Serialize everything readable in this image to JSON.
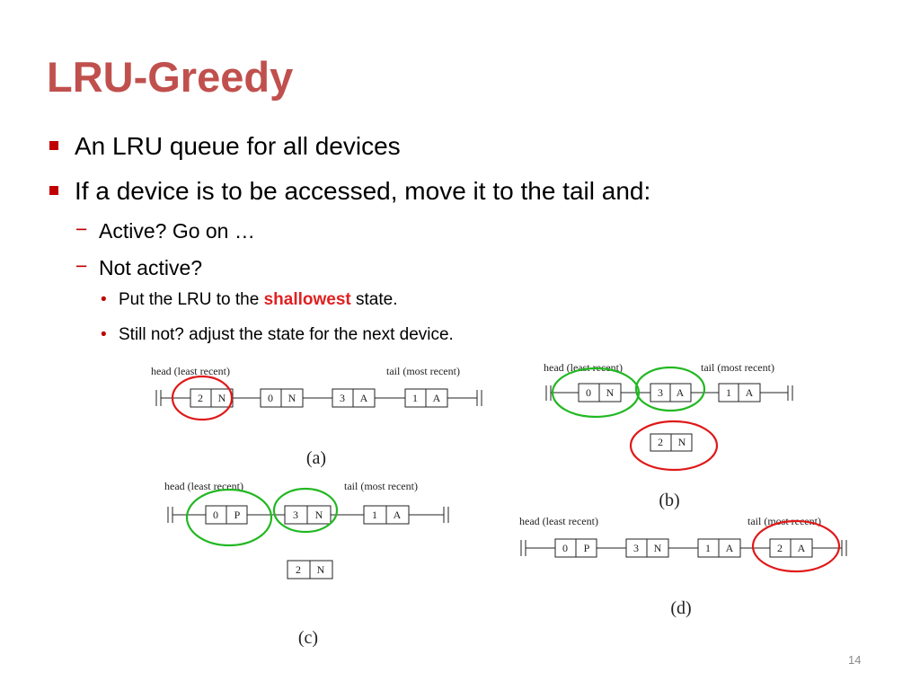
{
  "slide": {
    "title": "LRU-Greedy",
    "page_number": "14",
    "bullets": [
      {
        "text": "An LRU queue for all devices"
      },
      {
        "text": "If  a device is to be accessed, move it to the tail and:"
      }
    ],
    "sub_bullets": [
      {
        "text": "Active? Go on …"
      },
      {
        "text": "Not active?"
      }
    ],
    "sub_sub_bullets": [
      {
        "before": "Put the LRU to the ",
        "highlight": "shallowest",
        "after": " state."
      },
      {
        "text": "Still not? adjust the state for the next device."
      }
    ],
    "colors": {
      "title": "#c0504d",
      "bullet": "#c00000",
      "highlight": "#e02020",
      "circle_red": "#e01818",
      "circle_green": "#22b822"
    }
  },
  "diagrams": {
    "a": {
      "caption": "(a)",
      "head_label": "head (least recent)",
      "tail_label": "tail (most recent)",
      "queue": [
        {
          "id": "2",
          "state": "N"
        },
        {
          "id": "0",
          "state": "N"
        },
        {
          "id": "3",
          "state": "A"
        },
        {
          "id": "1",
          "state": "A"
        }
      ]
    },
    "b": {
      "caption": "(b)",
      "head_label": "head (least recent)",
      "tail_label": "tail (most recent)",
      "queue": [
        {
          "id": "0",
          "state": "N"
        },
        {
          "id": "3",
          "state": "A"
        },
        {
          "id": "1",
          "state": "A"
        }
      ],
      "detached": {
        "id": "2",
        "state": "N"
      }
    },
    "c": {
      "caption": "(c)",
      "head_label": "head (least recent)",
      "tail_label": "tail (most recent)",
      "queue": [
        {
          "id": "0",
          "state": "P"
        },
        {
          "id": "3",
          "state": "N"
        },
        {
          "id": "1",
          "state": "A"
        }
      ],
      "detached": {
        "id": "2",
        "state": "N"
      }
    },
    "d": {
      "caption": "(d)",
      "head_label": "head (least recent)",
      "tail_label": "tail (most recent)",
      "queue": [
        {
          "id": "0",
          "state": "P"
        },
        {
          "id": "3",
          "state": "N"
        },
        {
          "id": "1",
          "state": "A"
        },
        {
          "id": "2",
          "state": "A"
        }
      ]
    }
  }
}
